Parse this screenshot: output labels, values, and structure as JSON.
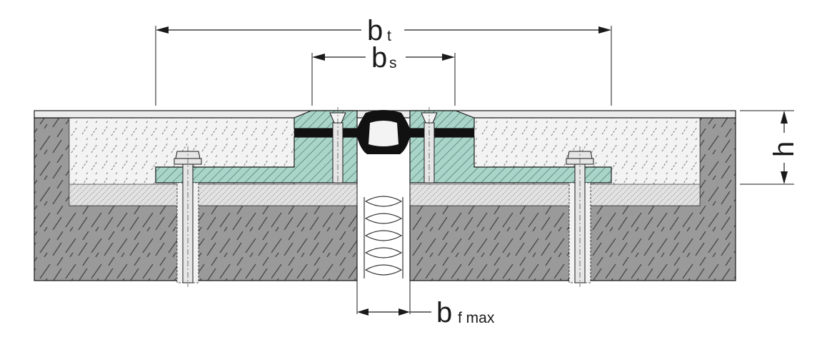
{
  "dimensions": {
    "total_width": {
      "symbol": "b",
      "subscript": "t"
    },
    "seal_width": {
      "symbol": "b",
      "subscript": "s"
    },
    "height": {
      "symbol": "h"
    },
    "gap_width": {
      "symbol": "b",
      "subscript": "f max"
    }
  },
  "colors": {
    "concrete": "#9a9a9a",
    "mortar": "#f2f2f2",
    "steel_profile": "#a9d5c9",
    "rubber_seal": "#111111",
    "bolt": "#e6e6e6",
    "line": "#1a1a1a"
  }
}
